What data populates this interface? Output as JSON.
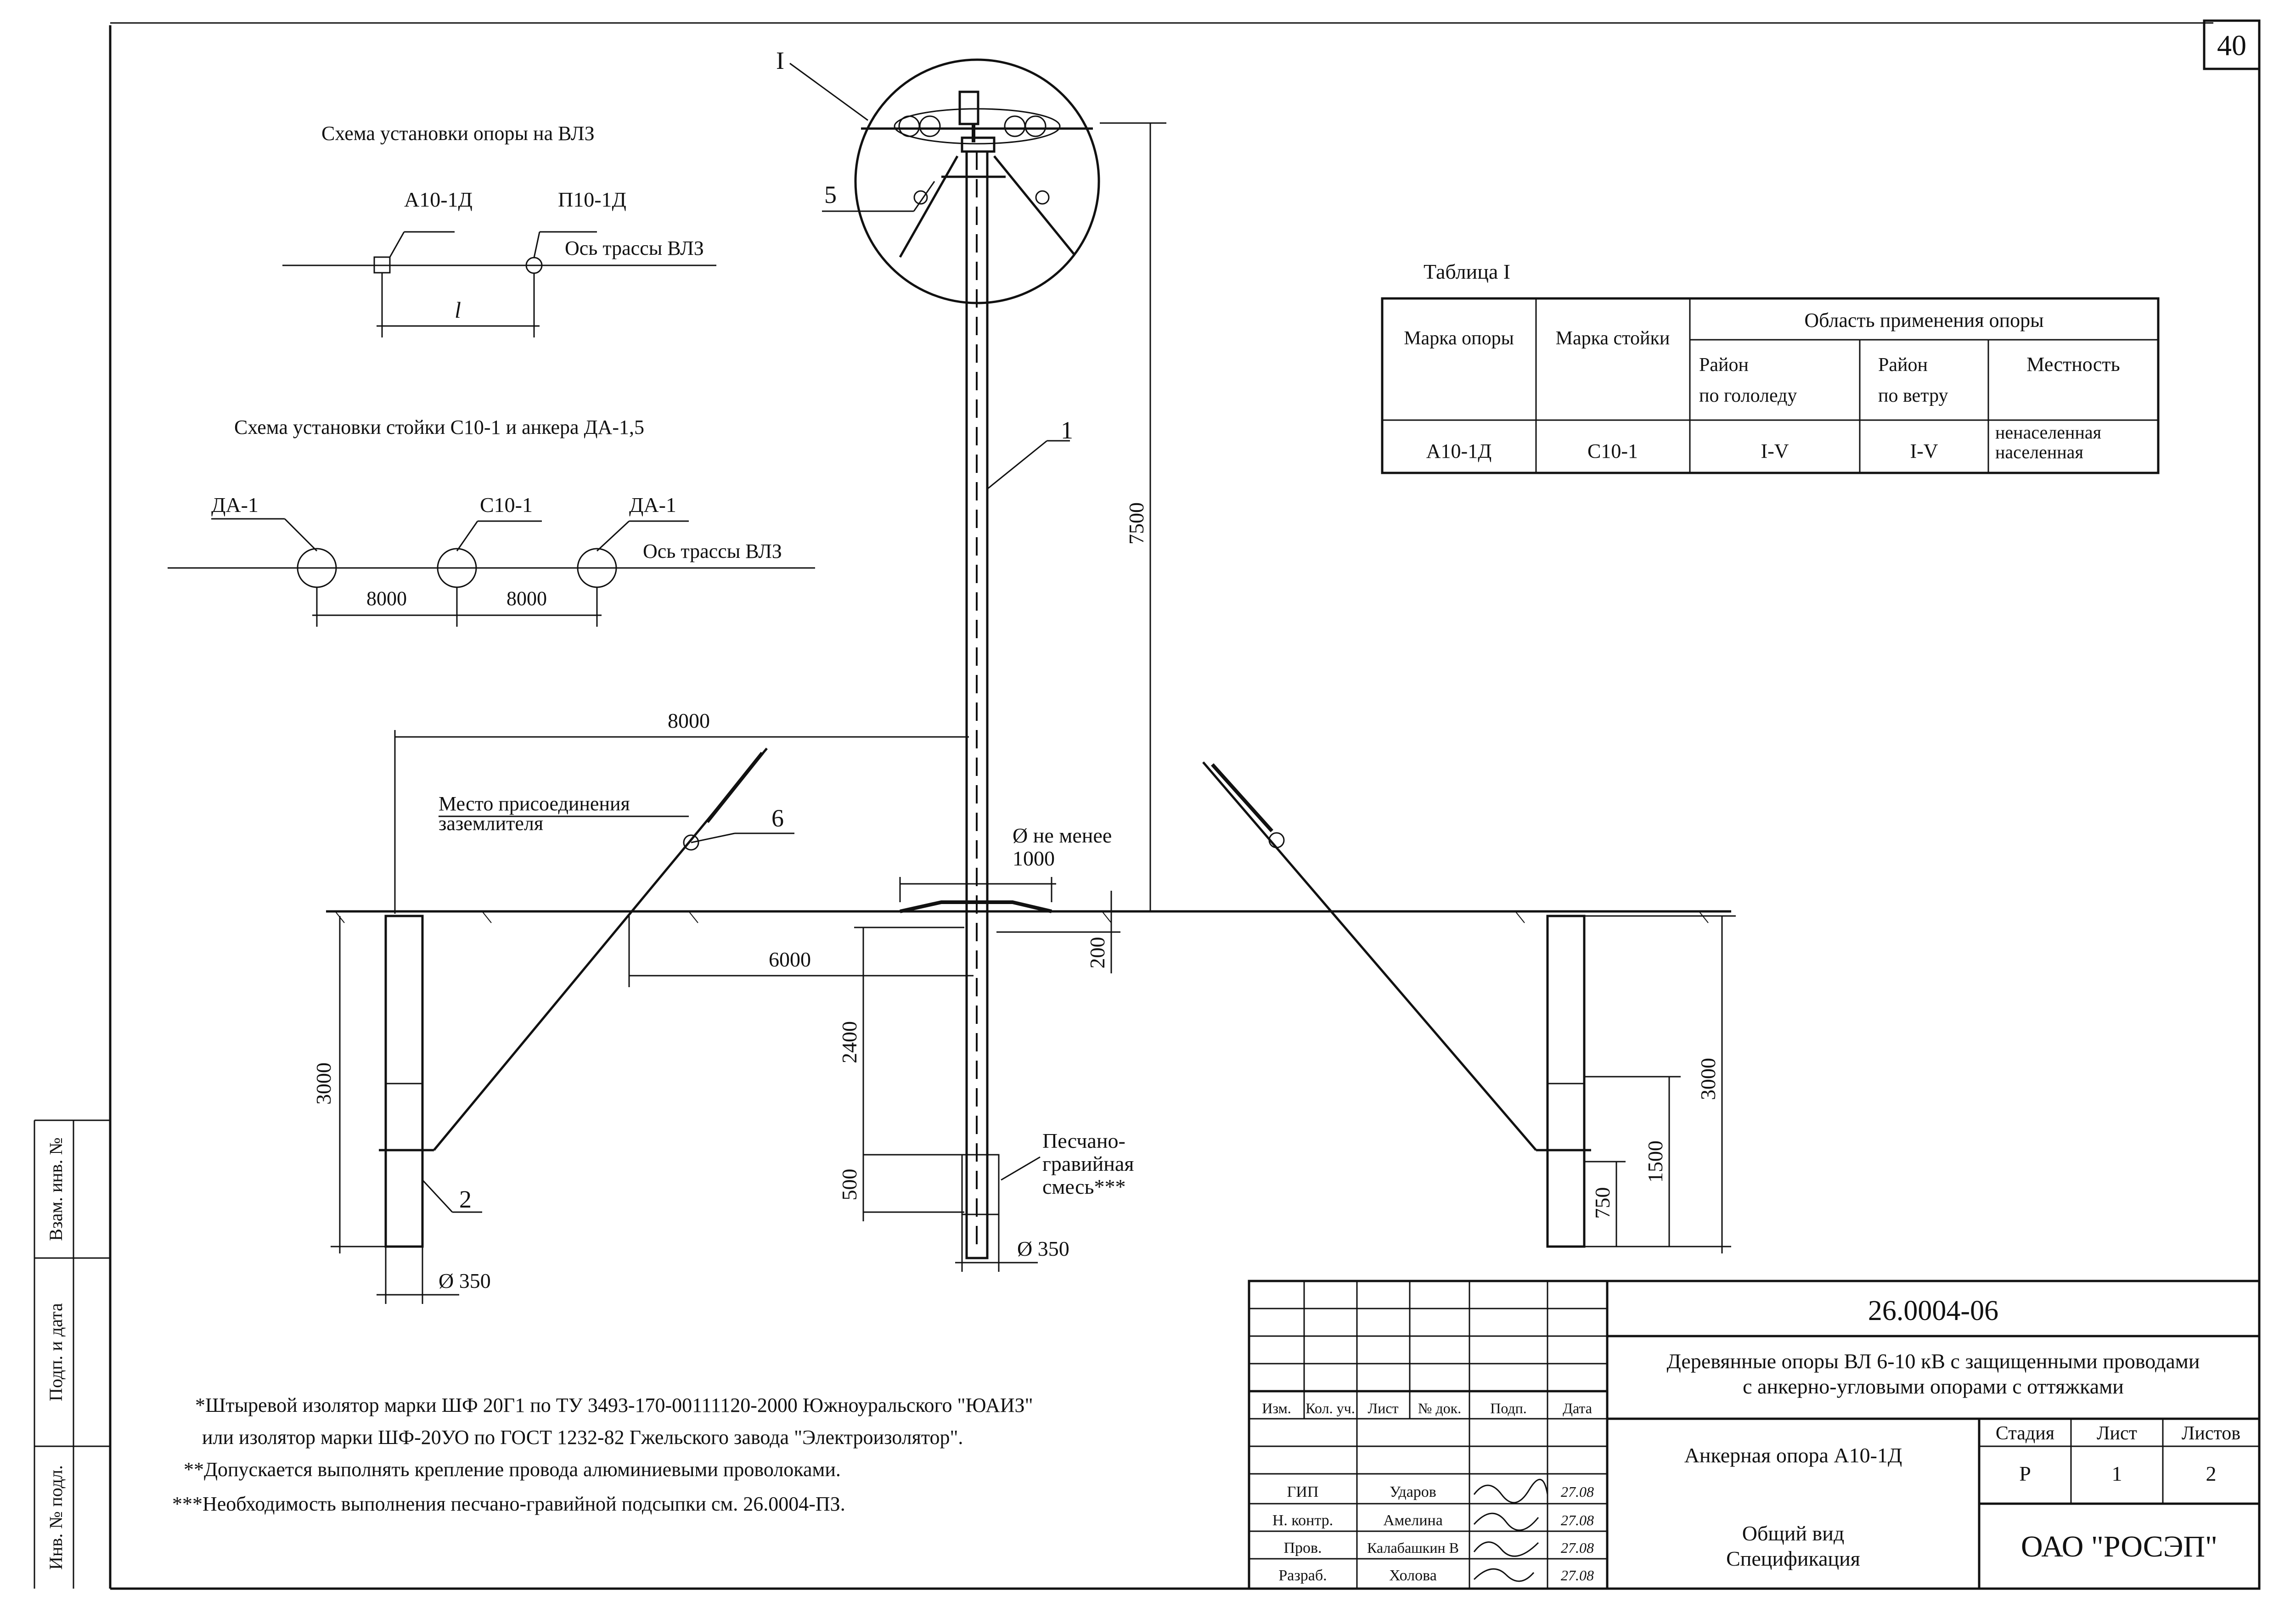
{
  "sheet_number": "40",
  "schemes": {
    "line_scheme_title": "Схема установки опоры на ВЛЗ",
    "anchor_pole": "А10-1Д",
    "intermediate_pole": "П10-1Д",
    "route_axis": "Ось трассы ВЛЗ",
    "span": "l",
    "stand_scheme_title": "Схема установки стойки С10-1 и анкера ДА-1,5",
    "anchor_left": "ДА-1",
    "stand": "С10-1",
    "anchor_right": "ДА-1",
    "dist_left": "8000",
    "dist_right": "8000"
  },
  "table1": {
    "title": "Таблица I",
    "col_pole_mark": "Марка опоры",
    "col_stand_mark": "Марка стойки",
    "col_area": "Область применения опоры",
    "col_ice_1": "Район",
    "col_ice_2": "по гололеду",
    "col_wind_1": "Район",
    "col_wind_2": "по ветру",
    "col_terrain": "Местность",
    "row_pole": "А10-1Д",
    "row_stand": "С10-1",
    "row_ice": "I-V",
    "row_wind": "I-V",
    "row_terrain_1": "ненаселенная",
    "row_terrain_2": "населенная"
  },
  "drawing": {
    "callout_I": "I",
    "callout_5": "5",
    "callout_1": "1",
    "callout_6": "6",
    "callout_2": "2",
    "height_7500": "7500",
    "dim_8000": "8000",
    "ground_connection_1": "Место присоединения",
    "ground_connection_2": "заземлителя",
    "diameter_note_1": "Ø не менее",
    "diameter_note_2": "1000",
    "dim_6000": "6000",
    "dim_200": "200",
    "dim_2400": "2400",
    "dim_500": "500",
    "sand_1": "Песчано-",
    "sand_2": "гравийная",
    "sand_3": "смесь***",
    "dim_3000_left": "3000",
    "dia_350_left": "Ø 350",
    "dia_350_center": "Ø 350",
    "dim_3000_right": "3000",
    "dim_1500": "1500",
    "dim_750": "750"
  },
  "notes": {
    "n1_a": "*Штыревой изолятор марки ШФ 20Г1 по ТУ 3493-170-00111120-2000 Южноуральского \"ЮАИЗ\"",
    "n1_b": "или изолятор марки ШФ-20УО  по ГОСТ 1232-82 Гжельского завода \"Электроизолятор\".",
    "n2": "**Допускается выполнять крепление провода алюминиевыми проволоками.",
    "n3": "***Необходимость выполнения песчано-гравийной подсыпки см. 26.0004-ПЗ."
  },
  "side_stamps": {
    "s1": "Взам. инв. №",
    "s2": "Подп. и дата",
    "s3": "Инв. № подл."
  },
  "title_block": {
    "doc_code": "26.0004-06",
    "doc_title_1": "Деревянные опоры ВЛ 6-10 кВ с защищенными проводами",
    "doc_title_2": "с анкерно-угловыми опорами с оттяжками",
    "h_izm": "Изм.",
    "h_kol": "Кол. уч.",
    "h_list": "Лист",
    "h_ndok": "№ док.",
    "h_podp": "Подп.",
    "h_data": "Дата",
    "role_gip": "ГИП",
    "name_gip": "Ударов",
    "date_gip": "27.08",
    "role_nkontr": "Н. контр.",
    "name_nkontr": "Амелина",
    "date_nkontr": "27.08",
    "role_prov": "Пров.",
    "name_prov": "Калабашкин В",
    "date_prov": "27.08",
    "role_razrab": "Разраб.",
    "name_razrab": "Холова",
    "date_razrab": "27.08",
    "sheet_title": "Анкерная опора А10-1Д",
    "stage_label": "Стадия",
    "sheet_label": "Лист",
    "sheets_label": "Листов",
    "stage_value": "Р",
    "sheet_value": "1",
    "sheets_value": "2",
    "content_1": "Общий вид",
    "content_2": "Спецификация",
    "organization": "ОАО \"РОСЭП\""
  }
}
